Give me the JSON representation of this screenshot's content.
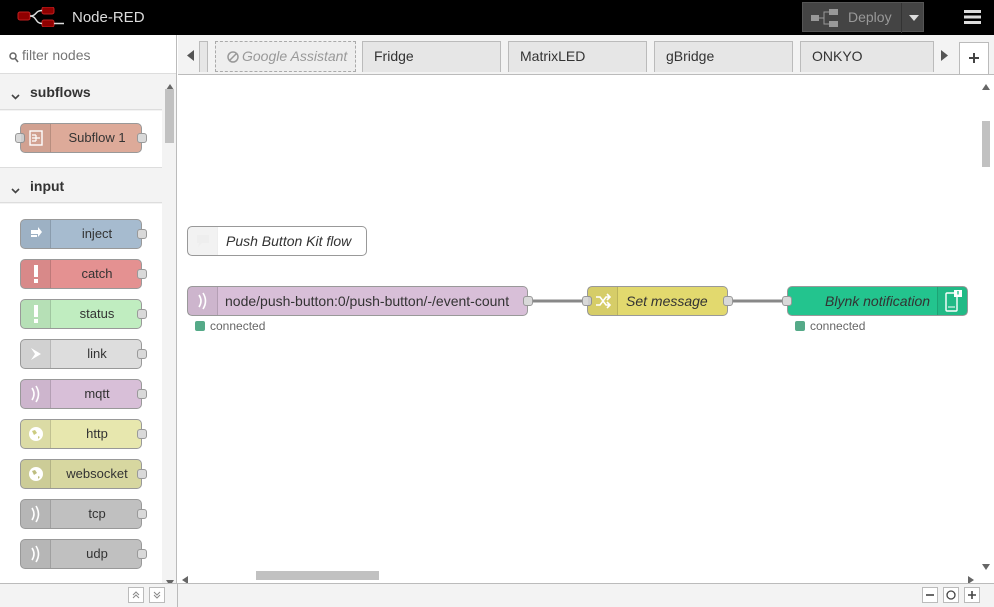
{
  "header": {
    "title": "Node-RED",
    "deploy_label": "Deploy"
  },
  "palette": {
    "filter_placeholder": "filter nodes",
    "categories": [
      {
        "label": "subflows",
        "nodes": [
          {
            "label": "Subflow 1",
            "color": "#DDAA99",
            "icon": "subflow-icon"
          }
        ]
      },
      {
        "label": "input",
        "nodes": [
          {
            "label": "inject",
            "color": "#a6bbcf",
            "icon": "inject-icon"
          },
          {
            "label": "catch",
            "color": "#e49191",
            "icon": "alert-icon"
          },
          {
            "label": "status",
            "color": "#c0edc0",
            "icon": "alert-icon"
          },
          {
            "label": "link",
            "color": "#dddddd",
            "icon": "link-icon"
          },
          {
            "label": "mqtt",
            "color": "#d8bfd8",
            "icon": "bridge-icon"
          },
          {
            "label": "http",
            "color": "#e7e7ae",
            "icon": "globe-icon"
          },
          {
            "label": "websocket",
            "color": "#d7d7a0",
            "icon": "globe-icon"
          },
          {
            "label": "tcp",
            "color": "#c0c0c0",
            "icon": "bridge-icon"
          },
          {
            "label": "udp",
            "color": "#c0c0c0",
            "icon": "bridge-icon"
          }
        ]
      }
    ]
  },
  "tabs": [
    {
      "label": "Google Assistant",
      "disabled": true
    },
    {
      "label": "Fridge",
      "disabled": false
    },
    {
      "label": "MatrixLED",
      "disabled": false
    },
    {
      "label": "gBridge",
      "disabled": false
    },
    {
      "label": "ONKYO",
      "disabled": false
    }
  ],
  "flow": {
    "comment": "Push Button Kit flow",
    "nodes": [
      {
        "label": "node/push-button:0/push-button/-/event-count",
        "color": "#d8bfd8",
        "status": "connected"
      },
      {
        "label": "Set message",
        "color": "#e2d96e",
        "status": ""
      },
      {
        "label": "Blynk notification",
        "color": "#23c48e",
        "status": "connected"
      }
    ]
  }
}
